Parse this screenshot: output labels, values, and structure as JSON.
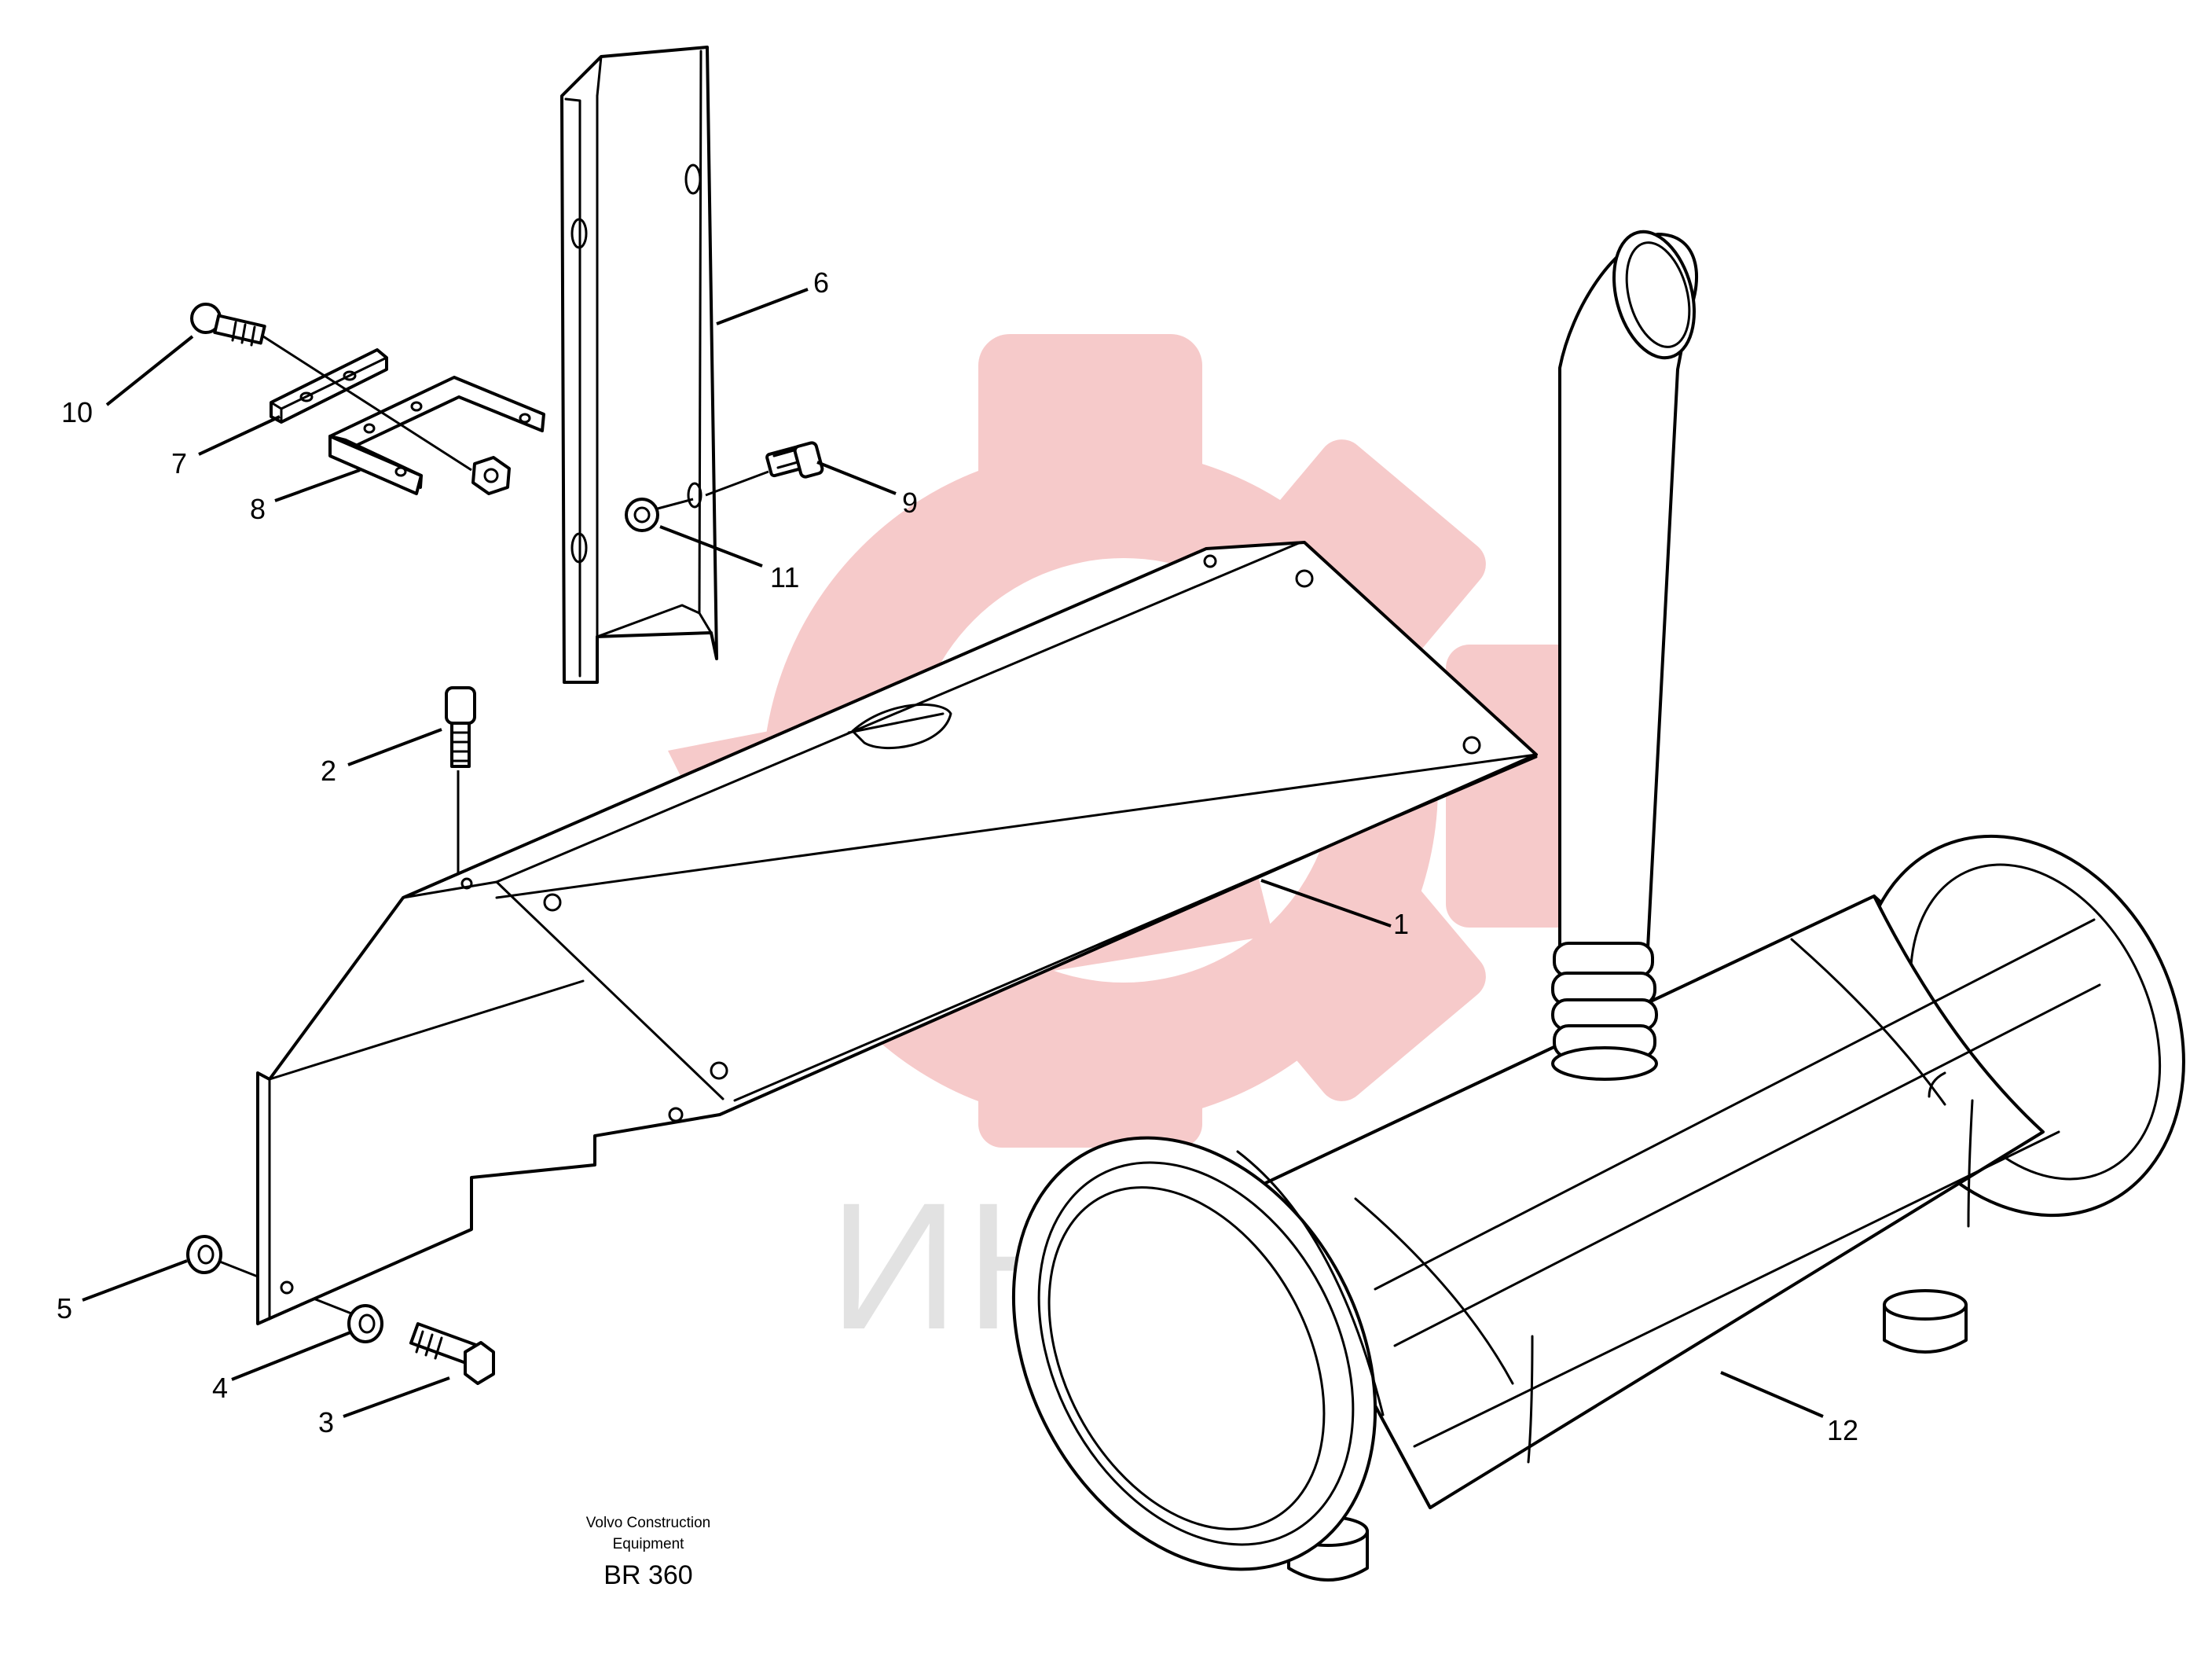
{
  "watermark": {
    "text": "ИНТЕХ",
    "color_logo": "#f6caca",
    "color_text": "#e2e2e2"
  },
  "callouts": [
    "1",
    "2",
    "3",
    "4",
    "5",
    "6",
    "7",
    "8",
    "9",
    "10",
    "11",
    "12"
  ],
  "caption": {
    "line1": "Volvo Construction",
    "line2": "Equipment",
    "code": "BR 360"
  }
}
